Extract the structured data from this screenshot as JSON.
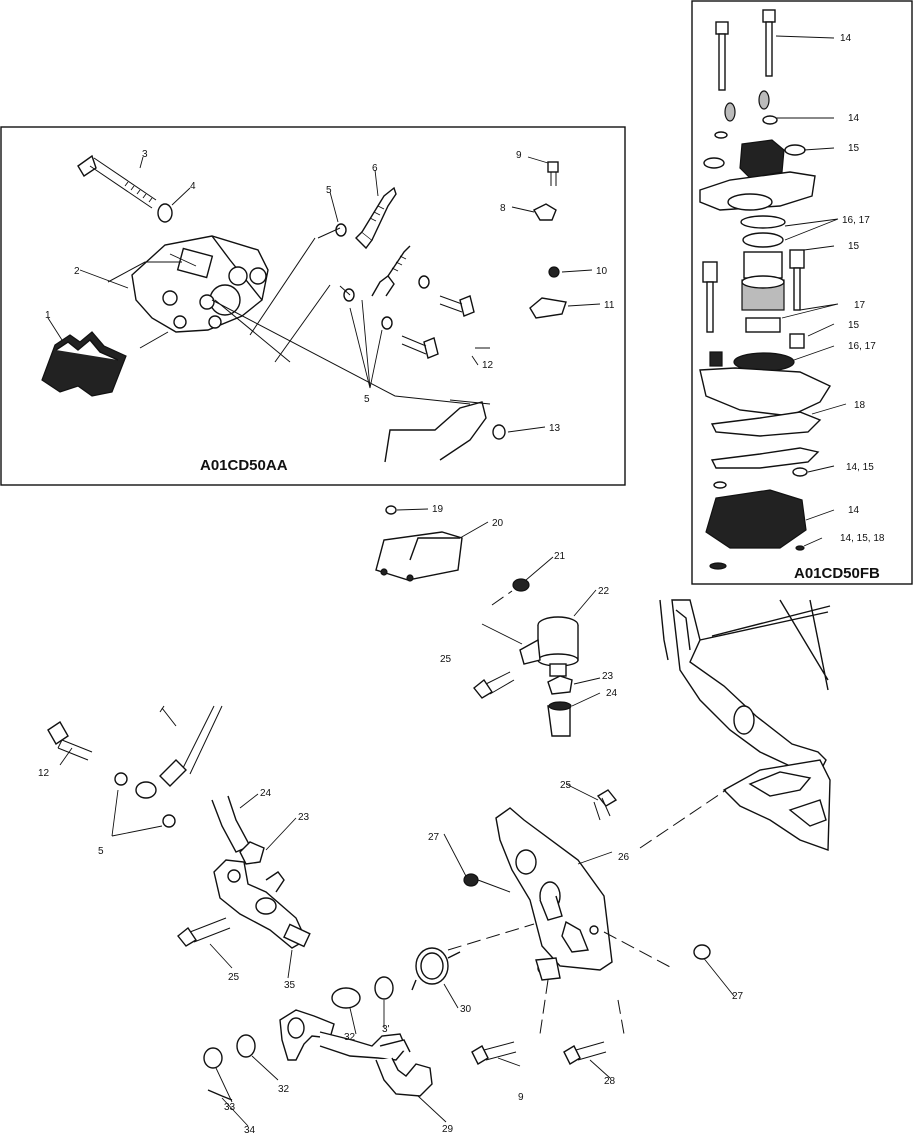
{
  "insets": {
    "left_title": "A01CD50AA",
    "right_title": "A01CD50FB"
  },
  "callouts": [
    {
      "id": "c3",
      "text": "3"
    },
    {
      "id": "c4",
      "text": "4"
    },
    {
      "id": "c2",
      "text": "2"
    },
    {
      "id": "c1",
      "text": "1"
    },
    {
      "id": "c6",
      "text": "6"
    },
    {
      "id": "c5a",
      "text": "5"
    },
    {
      "id": "c5b",
      "text": "5"
    },
    {
      "id": "c9a",
      "text": "9"
    },
    {
      "id": "c8",
      "text": "8"
    },
    {
      "id": "c10",
      "text": "10"
    },
    {
      "id": "c11",
      "text": "11"
    },
    {
      "id": "c12a",
      "text": "12"
    },
    {
      "id": "c13",
      "text": "13"
    },
    {
      "id": "c14a",
      "text": "14"
    },
    {
      "id": "c14b",
      "text": "14"
    },
    {
      "id": "c15a",
      "text": "15"
    },
    {
      "id": "c1617a",
      "text": "16, 17"
    },
    {
      "id": "c15b",
      "text": "15"
    },
    {
      "id": "c17",
      "text": "17"
    },
    {
      "id": "c15c",
      "text": "15"
    },
    {
      "id": "c1617b",
      "text": "16, 17"
    },
    {
      "id": "c18",
      "text": "18"
    },
    {
      "id": "c1415",
      "text": "14, 15"
    },
    {
      "id": "c14c",
      "text": "14"
    },
    {
      "id": "c141518",
      "text": "14, 15, 18"
    },
    {
      "id": "c19",
      "text": "19"
    },
    {
      "id": "c20",
      "text": "20"
    },
    {
      "id": "c21",
      "text": "21"
    },
    {
      "id": "c22",
      "text": "22"
    },
    {
      "id": "c25a",
      "text": "25"
    },
    {
      "id": "c23a",
      "text": "23"
    },
    {
      "id": "c24a",
      "text": "24"
    },
    {
      "id": "c12b",
      "text": "12"
    },
    {
      "id": "c24b",
      "text": "24"
    },
    {
      "id": "c23b",
      "text": "23"
    },
    {
      "id": "c5c",
      "text": "5"
    },
    {
      "id": "c25b",
      "text": "25"
    },
    {
      "id": "c35",
      "text": "35"
    },
    {
      "id": "c27a",
      "text": "27"
    },
    {
      "id": "c26",
      "text": "26"
    },
    {
      "id": "c25c",
      "text": "25"
    },
    {
      "id": "c27b",
      "text": "27"
    },
    {
      "id": "c30",
      "text": "30"
    },
    {
      "id": "c31",
      "text": "3'"
    },
    {
      "id": "c32a",
      "text": "32"
    },
    {
      "id": "c32b",
      "text": "32"
    },
    {
      "id": "c33",
      "text": "33"
    },
    {
      "id": "c34",
      "text": "34"
    },
    {
      "id": "c29",
      "text": "29"
    },
    {
      "id": "c9b",
      "text": "9"
    },
    {
      "id": "c28",
      "text": "28"
    }
  ]
}
